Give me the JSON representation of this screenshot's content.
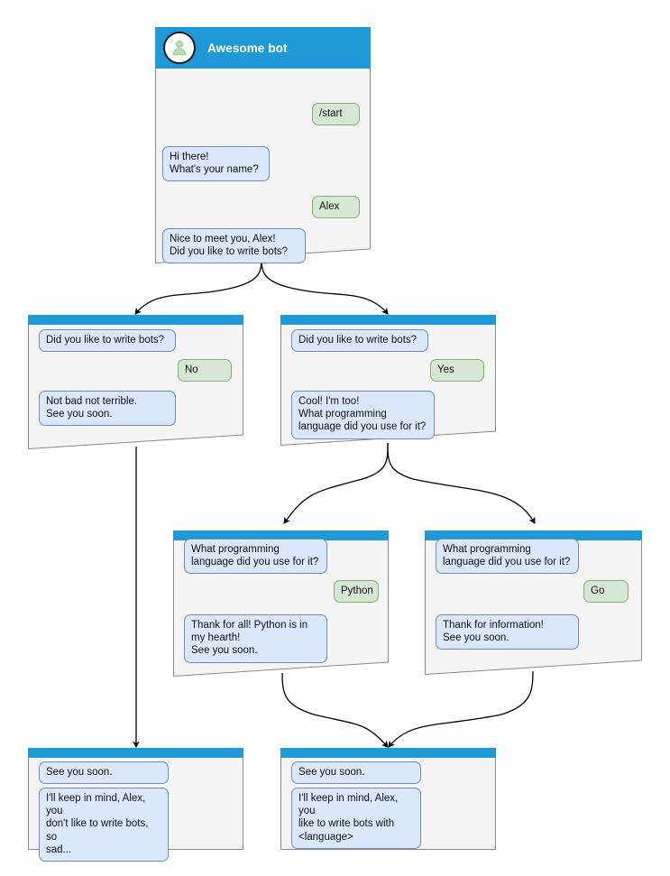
{
  "diagram": {
    "title": "Awesome bot chat flow",
    "type": "bot-conversation-flowchart"
  },
  "colors": {
    "header_blue": "#1f9ad6",
    "card_background": "#f4f4f4",
    "card_border": "#8a8a8a",
    "bot_bubble_fill": "#dae8fc",
    "bot_bubble_border": "#6c8ebf",
    "user_bubble_fill": "#d5e8d4",
    "user_bubble_border": "#82b366",
    "connector": "#000000",
    "page_background": "#ffffff"
  },
  "cards": [
    {
      "id": "root",
      "header_type": "full",
      "avatar_icon": "person-avatar-icon",
      "title": "Awesome bot",
      "messages": [
        {
          "role": "user",
          "text": "/start"
        },
        {
          "role": "bot",
          "text": "Hi there!\nWhat's your name?"
        },
        {
          "role": "user",
          "text": "Alex"
        },
        {
          "role": "bot",
          "text": "Nice to meet you, Alex!\nDid you like to write bots?"
        }
      ]
    },
    {
      "id": "branch-no",
      "header_type": "thin",
      "messages": [
        {
          "role": "bot",
          "text": "Did you like to write bots?"
        },
        {
          "role": "user",
          "text": "No"
        },
        {
          "role": "bot",
          "text": "Not bad not terrible.\nSee you soon."
        }
      ]
    },
    {
      "id": "branch-yes",
      "header_type": "thin",
      "messages": [
        {
          "role": "bot",
          "text": "Did you like to write bots?"
        },
        {
          "role": "user",
          "text": "Yes"
        },
        {
          "role": "bot",
          "text": "Cool! I'm too!\nWhat programming\nlanguage did you use for it?"
        }
      ]
    },
    {
      "id": "branch-python",
      "header_type": "thin",
      "messages": [
        {
          "role": "bot",
          "text": "What programming\nlanguage did you use for it?"
        },
        {
          "role": "user",
          "text": "Python"
        },
        {
          "role": "bot",
          "text": "Thank for all! Python is in\nmy hearth!\nSee you soon."
        }
      ]
    },
    {
      "id": "branch-go",
      "header_type": "thin",
      "messages": [
        {
          "role": "bot",
          "text": "What programming\nlanguage did you use for it?"
        },
        {
          "role": "user",
          "text": "Go"
        },
        {
          "role": "bot",
          "text": "Thank for information!\nSee you soon."
        }
      ]
    },
    {
      "id": "end-sad",
      "header_type": "thin",
      "messages": [
        {
          "role": "bot",
          "text": "See you soon."
        },
        {
          "role": "bot",
          "text": "I'll keep in mind, Alex, you\ndon't like to write bots, so\nsad..."
        }
      ]
    },
    {
      "id": "end-happy",
      "header_type": "thin",
      "messages": [
        {
          "role": "bot",
          "text": "See you soon."
        },
        {
          "role": "bot",
          "text": "I'll keep in mind, Alex, you\nlike to write bots with\n<language>"
        }
      ]
    }
  ]
}
